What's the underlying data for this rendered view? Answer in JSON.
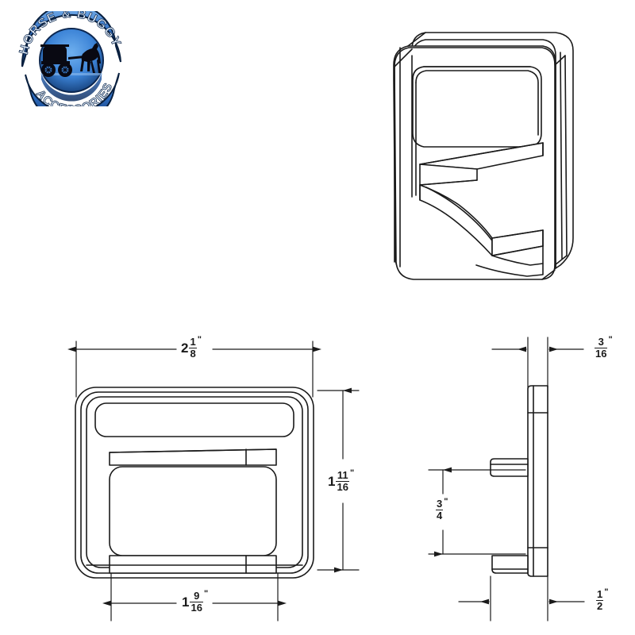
{
  "logo": {
    "name": "horse-and-buggy-accessories-logo",
    "top_text": "HORSE & BUGGY",
    "bottom_text": "ACCESSORIES",
    "colors": {
      "ring_blue": "#2f6fc4",
      "sky_blue": "#3f86d8",
      "deep_blue": "#17427f",
      "silhouette": "#0a0a12",
      "text_light": "#cfe2f7"
    }
  },
  "drawing": {
    "title": "buckle-technical-drawing",
    "line_color": "#1a1a1a",
    "views": [
      {
        "name": "isometric-view",
        "label": ""
      },
      {
        "name": "front-view",
        "label": ""
      },
      {
        "name": "side-view",
        "label": ""
      }
    ]
  },
  "dimensions": {
    "front_width": {
      "name": "dimension-front-width",
      "whole": "2",
      "num": "1",
      "den": "8",
      "unit": "\"",
      "value_text": "2 1/8\""
    },
    "front_height": {
      "name": "dimension-front-height",
      "whole": "1",
      "num": "11",
      "den": "16",
      "unit": "\"",
      "value_text": "1 11/16\""
    },
    "front_inner_width": {
      "name": "dimension-front-inner-width",
      "whole": "1",
      "num": "9",
      "den": "16",
      "unit": "\"",
      "value_text": "1 9/16\""
    },
    "side_thickness": {
      "name": "dimension-side-thickness",
      "whole": "",
      "num": "3",
      "den": "16",
      "unit": "\"",
      "value_text": "3/16\""
    },
    "side_gap_height": {
      "name": "dimension-side-gap-height",
      "whole": "",
      "num": "3",
      "den": "4",
      "unit": "\"",
      "value_text": "3/4\""
    },
    "side_tab_depth": {
      "name": "dimension-side-tab-depth",
      "whole": "",
      "num": "1",
      "den": "2",
      "unit": "\"",
      "value_text": "1/2\""
    }
  }
}
